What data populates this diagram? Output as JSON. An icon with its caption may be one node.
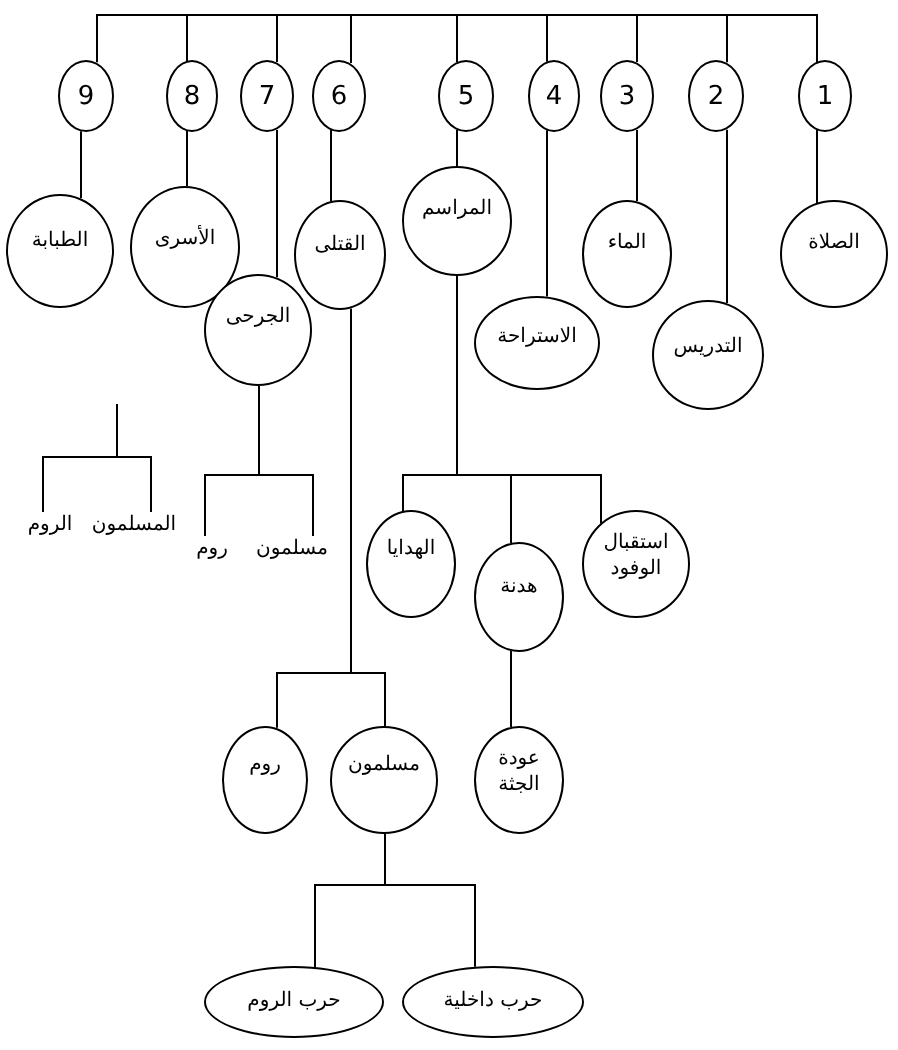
{
  "diagram": {
    "nodes": [
      {
        "text": [
          "1"
        ]
      },
      {
        "text": [
          "2"
        ]
      },
      {
        "text": [
          "3"
        ]
      },
      {
        "text": [
          "4"
        ]
      },
      {
        "text": [
          "5"
        ]
      },
      {
        "text": [
          "6"
        ]
      },
      {
        "text": [
          "7"
        ]
      },
      {
        "text": [
          "8"
        ]
      },
      {
        "text": [
          "9"
        ]
      },
      {
        "text": [
          "الصلاة"
        ]
      },
      {
        "text": [
          "التدريس"
        ]
      },
      {
        "text": [
          "الماء"
        ]
      },
      {
        "text": [
          "الاستراحة"
        ]
      },
      {
        "text": [
          "المراسم"
        ]
      },
      {
        "text": [
          "القتلى"
        ]
      },
      {
        "text": [
          "الجرحى"
        ]
      },
      {
        "text": [
          "الأسرى"
        ]
      },
      {
        "text": [
          "الطبابة"
        ]
      },
      {
        "text": [
          "استقبال الوفود"
        ]
      },
      {
        "text": [
          "هدنة"
        ]
      },
      {
        "text": [
          "الهدايا"
        ]
      },
      {
        "text": [
          "مسلمون"
        ]
      },
      {
        "text": [
          "روم"
        ]
      },
      {
        "text": [
          "المسلمون"
        ]
      },
      {
        "text": [
          "الروم"
        ]
      },
      {
        "text": [
          "عودة الجثة"
        ]
      },
      {
        "text": [
          "مسلمون"
        ]
      },
      {
        "text": [
          "روم"
        ]
      },
      {
        "text": [
          "حرب داخلية"
        ]
      },
      {
        "text": [
          "حرب الروم"
        ]
      }
    ],
    "edges": [
      {
        "from": null,
        "to": 0,
        "arrow": "none"
      },
      {
        "from": null,
        "to": 1,
        "arrow": "none"
      },
      {
        "from": null,
        "to": 2,
        "arrow": "none"
      },
      {
        "from": null,
        "to": 3,
        "arrow": "none"
      },
      {
        "from": null,
        "to": 4,
        "arrow": "none"
      },
      {
        "from": null,
        "to": 5,
        "arrow": "none"
      },
      {
        "from": null,
        "to": 6,
        "arrow": "none"
      },
      {
        "from": null,
        "to": 7,
        "arrow": "none"
      },
      {
        "from": null,
        "to": 8,
        "arrow": "none"
      },
      {
        "from": 0,
        "to": 9,
        "arrow": "none"
      },
      {
        "from": 1,
        "to": 10,
        "arrow": "none"
      },
      {
        "from": 2,
        "to": 11,
        "arrow": "none"
      },
      {
        "from": 3,
        "to": 12,
        "arrow": "none"
      },
      {
        "from": 4,
        "to": 13,
        "arrow": "none"
      },
      {
        "from": 5,
        "to": 14,
        "arrow": "none"
      },
      {
        "from": 6,
        "to": 15,
        "arrow": "none"
      },
      {
        "from": 7,
        "to": 16,
        "arrow": "none"
      },
      {
        "from": 8,
        "to": 17,
        "arrow": "none"
      },
      {
        "from": 13,
        "to": 18,
        "arrow": "none"
      },
      {
        "from": 13,
        "to": 19,
        "arrow": "none"
      },
      {
        "from": 13,
        "to": 20,
        "arrow": "none"
      },
      {
        "from": 15,
        "to": 21,
        "arrow": "none"
      },
      {
        "from": 15,
        "to": 22,
        "arrow": "none"
      },
      {
        "from": null,
        "to": 23,
        "arrow": "none"
      },
      {
        "from": null,
        "to": 24,
        "arrow": "none"
      },
      {
        "from": 19,
        "to": 25,
        "arrow": "none"
      },
      {
        "from": 14,
        "to": 26,
        "arrow": "none"
      },
      {
        "from": 14,
        "to": 27,
        "arrow": "none"
      },
      {
        "from": 26,
        "to": 28,
        "arrow": "none"
      },
      {
        "from": 26,
        "to": 29,
        "arrow": "none"
      }
    ]
  }
}
